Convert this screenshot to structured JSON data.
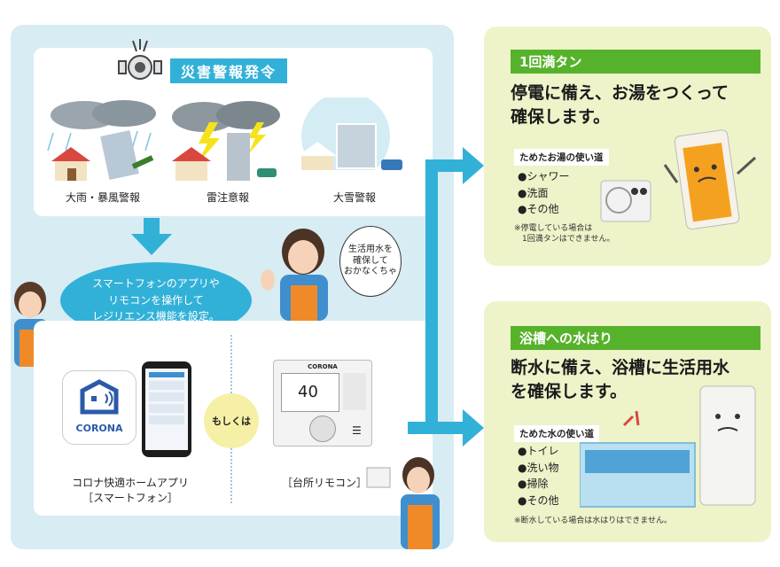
{
  "left": {
    "alert_title": "災害警報発令",
    "warnings": [
      "大雨・暴風警報",
      "雷注意報",
      "大雪警報"
    ],
    "setup_bubble": "スマートフォンのアプリや\nリモコンを操作して\nレジリエンス機能を設定。",
    "speech": "生活用水を\n確保して\nおかなくちゃ",
    "app_logo": "CORONA",
    "app_caption_1": "コロナ快適ホームアプリ",
    "app_caption_2": "［スマートフォン］",
    "or_label": "もしくは",
    "remote_brand": "CORONA",
    "remote_temp": "40",
    "remote_caption": "［台所リモコン］"
  },
  "right": [
    {
      "title": "1回満タン",
      "headline": "停電に備え、お湯をつくって\n確保します。",
      "uses_title": "ためたお湯の使い道",
      "uses": [
        "●シャワー",
        "●洗面",
        "●その他"
      ],
      "note": "※停電している場合は\n　1回満タンはできません。"
    },
    {
      "title": "浴槽への水はり",
      "headline": "断水に備え、浴槽に生活用水\nを確保します。",
      "uses_title": "ためた水の使い道",
      "uses": [
        "●トイレ",
        "●洗い物",
        "●掃除",
        "●その他"
      ],
      "note": "※断水している場合は水はりはできません。"
    }
  ],
  "colors": {
    "accent_blue": "#32b1d8",
    "accent_green": "#57b22b",
    "panel_blue": "#d8ecf3",
    "panel_green": "#eef3c9"
  }
}
